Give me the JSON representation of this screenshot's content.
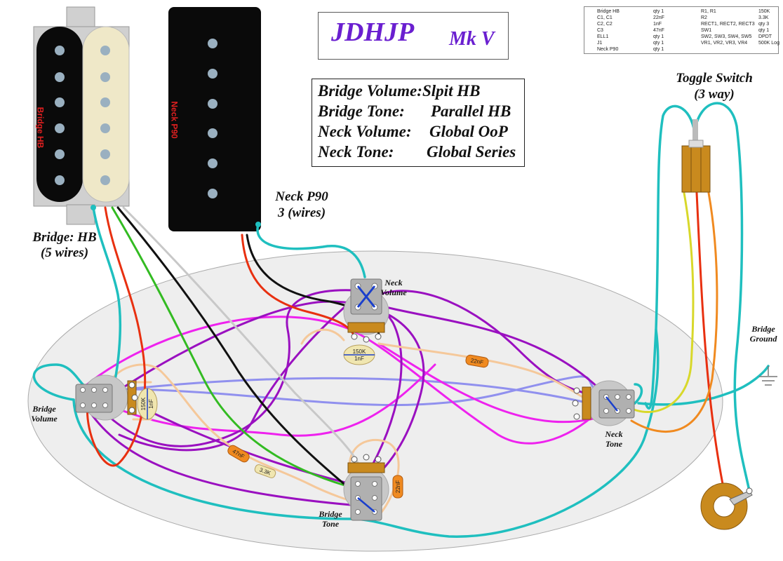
{
  "title": {
    "main": "JDHJP",
    "sub": "Mk V"
  },
  "config": [
    {
      "label": "Bridge Volume:",
      "value": "Slpit HB"
    },
    {
      "label": "Bridge Tone:",
      "value": "Parallel HB"
    },
    {
      "label": "Neck Volume:",
      "value": "Global OoP"
    },
    {
      "label": "Neck Tone:",
      "value": "Global Series"
    }
  ],
  "parts_list": [
    {
      "part": "Bridge HB",
      "qty": "qty 1",
      "ref": "R1, R1",
      "val": "150K"
    },
    {
      "part": "C1, C1",
      "qty": "22nF",
      "ref": "R2",
      "val": "3.3K"
    },
    {
      "part": "C2, C2",
      "qty": "1nF",
      "ref": "RECT1, RECT2, RECT3",
      "val": "qty 3"
    },
    {
      "part": "C3",
      "qty": "47nF",
      "ref": "SW1",
      "val": "qty 1"
    },
    {
      "part": "ELL1",
      "qty": "qty 1",
      "ref": "SW2, SW3, SW4, SW5",
      "val": "DPDT"
    },
    {
      "part": "J1",
      "qty": "qty 1",
      "ref": "VR1, VR2, VR3, VR4",
      "val": "500K Log"
    },
    {
      "part": "Neck P90",
      "qty": "qty 1",
      "ref": "",
      "val": ""
    }
  ],
  "labels": {
    "bridge_hb": "Bridge: HB",
    "bridge_hb_wires": "(5 wires)",
    "neck_p90": "Neck P90",
    "neck_p90_wires": "3 (wires)",
    "toggle": "Toggle Switch",
    "toggle_sub": "(3 way)",
    "bridge_ground_1": "Bridge",
    "bridge_ground_2": "Ground",
    "neck_volume_1": "Neck",
    "neck_volume_2": "Volume",
    "bridge_volume_1": "Bridge",
    "bridge_volume_2": "Volume",
    "neck_tone_1": "Neck",
    "neck_tone_2": "Tone",
    "bridge_tone_1": "Bridge",
    "bridge_tone_2": "Tone"
  },
  "pickup_text": {
    "bridge": "Bridge HB",
    "neck": "Neck P90"
  },
  "components": {
    "c_neck_vol_1": "150K",
    "c_neck_vol_2": "1nF",
    "c_bridge_vol_1": "150K",
    "c_bridge_vol_2": "1nF",
    "c_22nf_a": "22nF",
    "c_22nf_b": "22nF",
    "c_47nf": "47nF",
    "c_3k3": "3.3K"
  },
  "colors": {
    "cyan": "#1fbfbf",
    "purple": "#9a10c0",
    "magenta": "#ee22ee",
    "lavender": "#9090ee",
    "peach": "#f5c89a",
    "red": "#e83010",
    "green": "#33bb22",
    "black": "#111111",
    "gray": "#c8c8c8",
    "yellow": "#d8d82a",
    "orange": "#f08a20",
    "title": "#6a1fd0"
  }
}
